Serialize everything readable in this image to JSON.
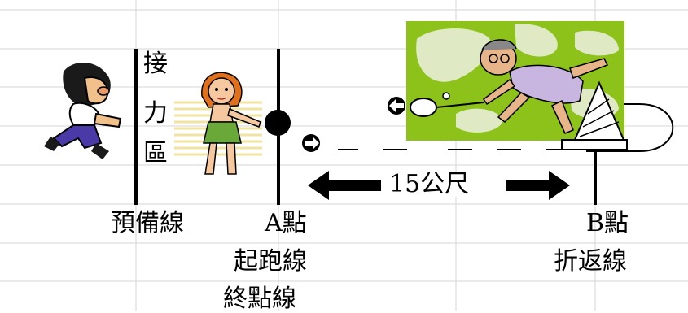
{
  "zone_chars": [
    "接",
    "力",
    "區"
  ],
  "labels": {
    "prep_line": "預備線",
    "point_a": "A點",
    "start_line": "起跑線",
    "finish_line": "終點線",
    "point_b": "B點",
    "turn_line": "折返線"
  },
  "distance": "15公尺",
  "colors": {
    "grid": "#d6d6d6",
    "court_bg": "#8cc21a",
    "court_blob": "#dfe9c4",
    "runner_hair": "#1a1a1a",
    "runner_pants": "#4a3aa8",
    "girl_hair": "#e0701c",
    "girl_skirt": "#6aa83a",
    "player_shirt": "#c9b6e0",
    "cone": "#ffffff"
  },
  "icons": [
    "running-boy-icon",
    "relay-girl-icon",
    "badminton-player-icon",
    "cone-icon",
    "baton-icon"
  ]
}
